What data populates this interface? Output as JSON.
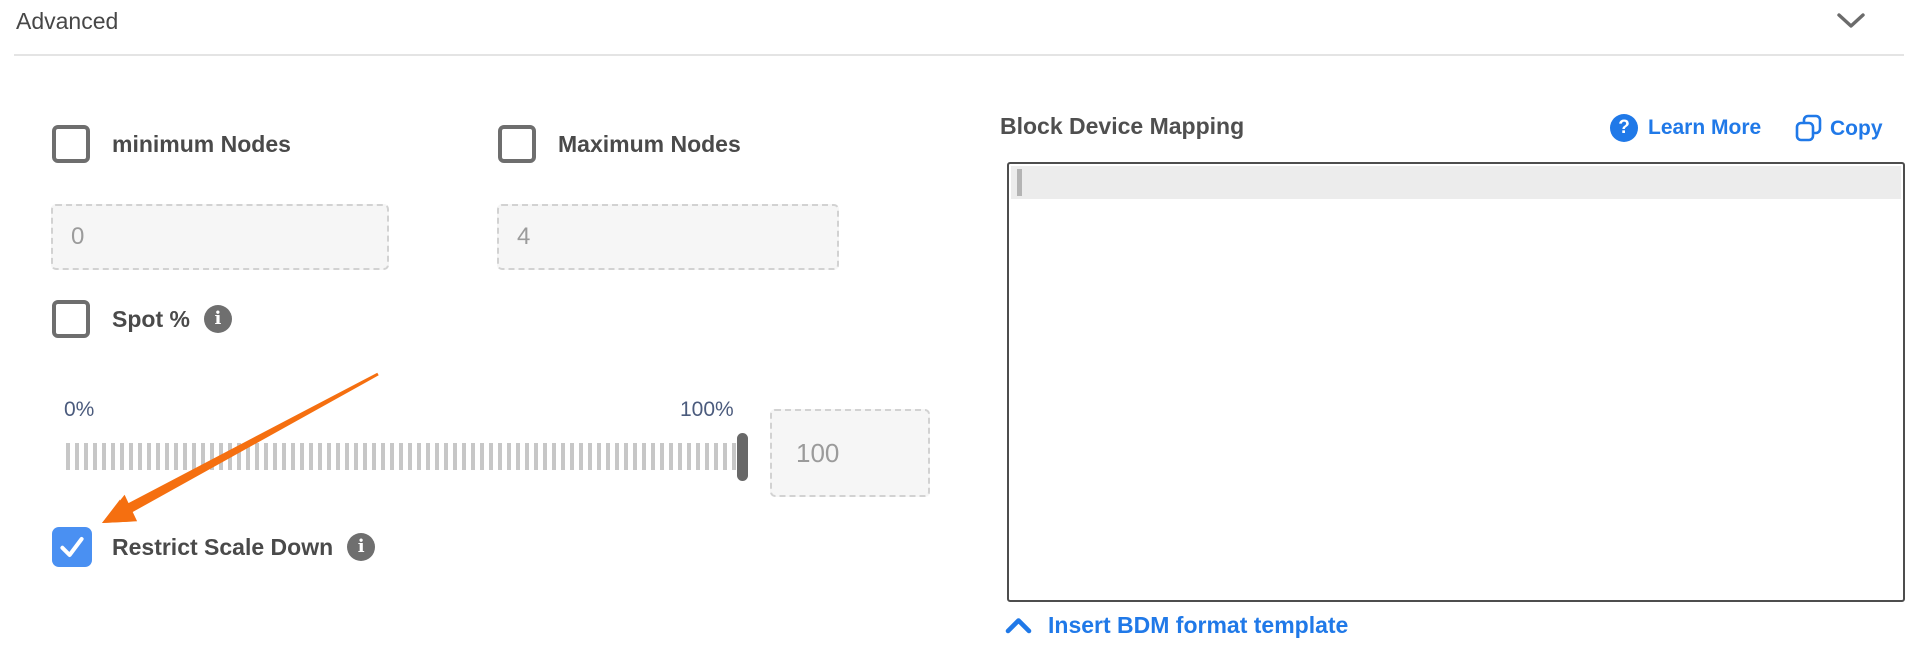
{
  "section": {
    "title": "Advanced",
    "collapse_icon": "chevron-down-icon"
  },
  "left_panel": {
    "min_nodes": {
      "label": "minimum Nodes",
      "checked": false,
      "value": "0"
    },
    "max_nodes": {
      "label": "Maximum Nodes",
      "checked": false,
      "value": "4"
    },
    "spot": {
      "label": "Spot %",
      "checked": false,
      "info_icon": "info-icon"
    },
    "slider": {
      "min_label": "0%",
      "max_label": "100%",
      "value": "100",
      "position_pct": 100
    },
    "restrict_scale_down": {
      "label": "Restrict Scale Down",
      "checked": true,
      "info_icon": "info-icon"
    }
  },
  "right_panel": {
    "title": "Block Device Mapping",
    "learn_more_label": "Learn More",
    "help_icon_glyph": "?",
    "copy_label": "Copy",
    "editor_value": "",
    "insert_template_label": "Insert BDM format template"
  },
  "icons": {
    "info_glyph": "i"
  },
  "colors": {
    "link_blue": "#2079e8",
    "checkbox_checked_blue": "#4a90f2",
    "arrow_orange": "#f56f10",
    "slider_label_blue_gray": "#4b5b7d",
    "handle_gray": "#686868"
  }
}
